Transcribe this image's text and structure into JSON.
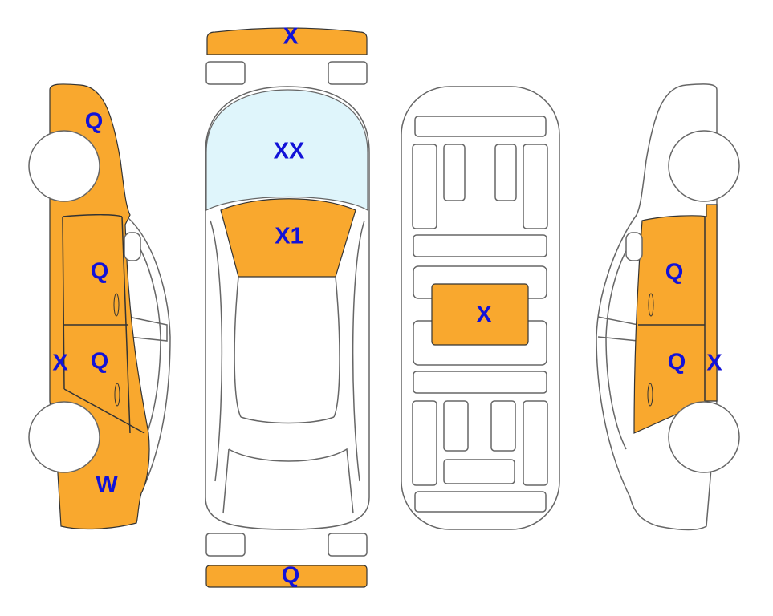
{
  "colors": {
    "damage": "#f9a82e",
    "glass": "#dff5fb",
    "label": "#1212d8",
    "outline": "#666666"
  },
  "left_side": {
    "front_fender": "Q",
    "front_door": "Q",
    "rear_door": "Q",
    "sill": "X",
    "rear_quarter": "W"
  },
  "top_view": {
    "front_bumper": "X",
    "windshield": "XX",
    "roof": "X1",
    "rear_bumper": "Q"
  },
  "underbody": {
    "floor": "X"
  },
  "right_side": {
    "front_door": "Q",
    "rear_door": "Q",
    "sill": "X"
  }
}
